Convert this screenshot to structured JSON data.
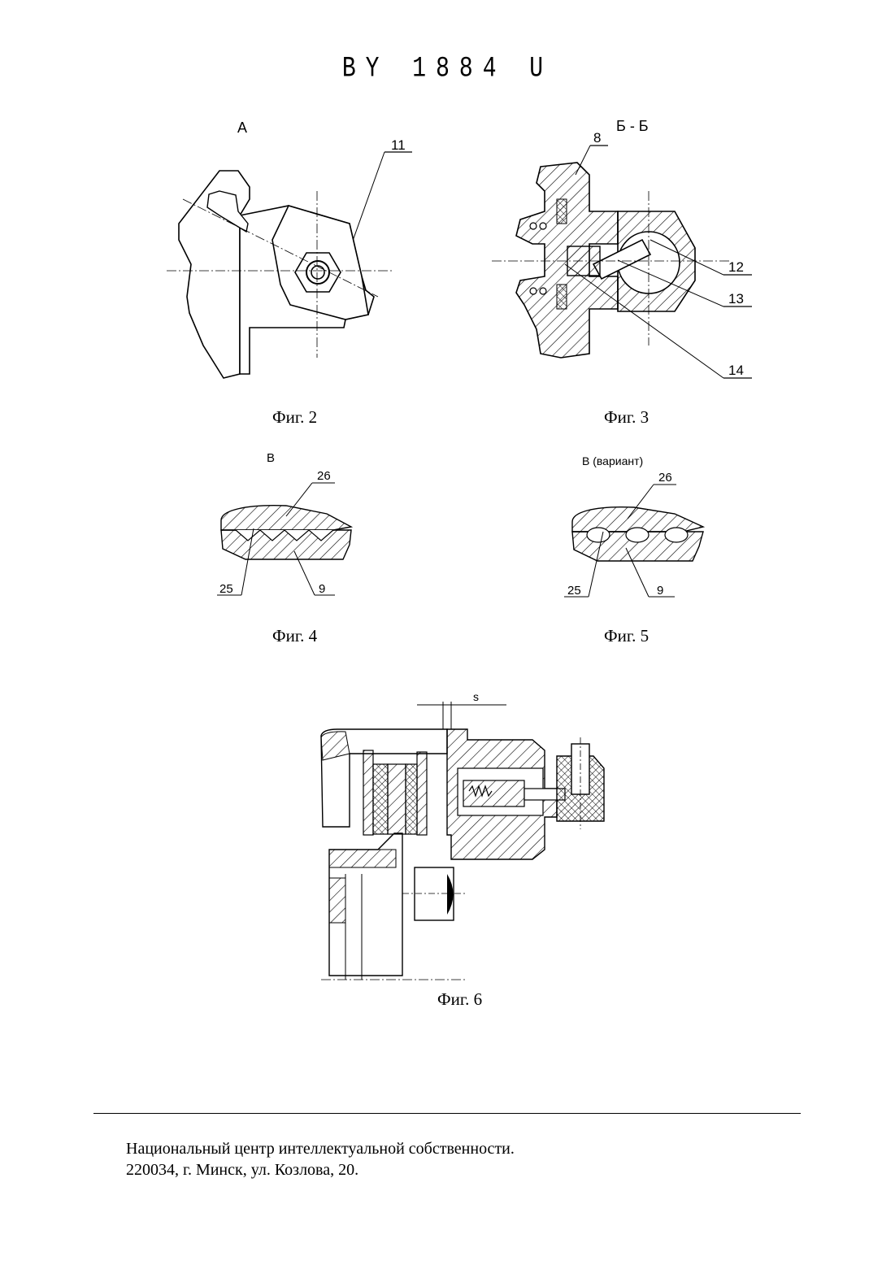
{
  "header": {
    "patent_number": "BY 1884 U"
  },
  "figures": {
    "fig2": {
      "caption": "Фиг. 2",
      "view_label": "А",
      "callouts": [
        "11"
      ]
    },
    "fig3": {
      "caption": "Фиг. 3",
      "view_label": "Б - Б",
      "callouts": [
        "8",
        "12",
        "13",
        "14"
      ]
    },
    "fig4": {
      "caption": "Фиг. 4",
      "view_label": "В",
      "callouts": [
        "26",
        "25",
        "9"
      ]
    },
    "fig5": {
      "caption": "Фиг. 5",
      "view_label": "В (вариант)",
      "callouts": [
        "26",
        "25",
        "9"
      ]
    },
    "fig6": {
      "caption": "Фиг. 6",
      "dimension_label": "s"
    }
  },
  "footer": {
    "line1": "Национальный центр интеллектуальной собственности.",
    "line2": "220034, г. Минск, ул. Козлова, 20."
  }
}
